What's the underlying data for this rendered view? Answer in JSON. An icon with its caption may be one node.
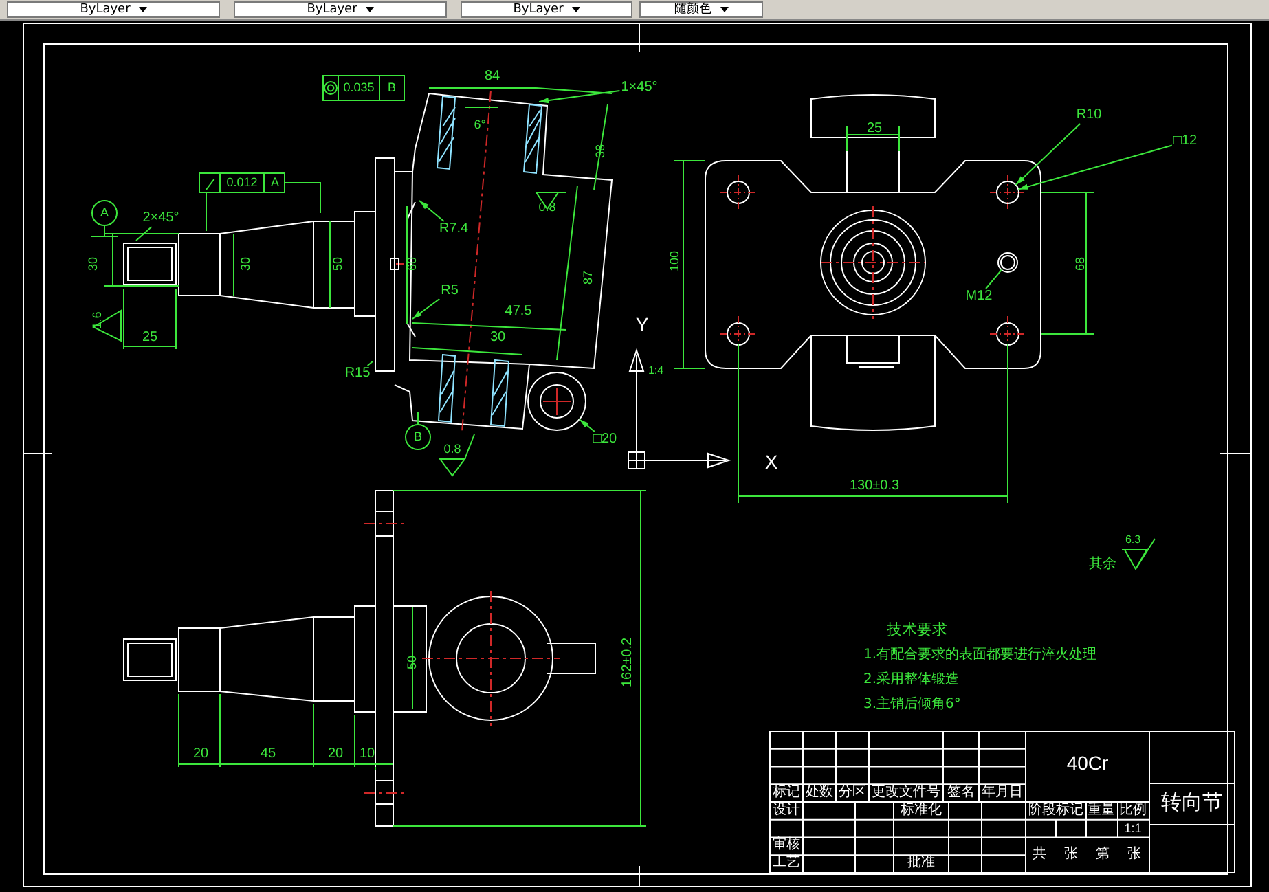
{
  "diagram": {
    "nodes": [
      {
        "text": [
          "1×45°"
        ]
      },
      {
        "text": [
          "2×45°"
        ]
      },
      {
        "text": [
          "R7.4"
        ]
      },
      {
        "text": [
          "R5"
        ]
      },
      {
        "text": [
          "R15"
        ]
      },
      {
        "text": [
          "□20"
        ]
      },
      {
        "text": [
          "R10"
        ]
      },
      {
        "text": [
          "□12"
        ]
      },
      {
        "text": [
          "M12"
        ]
      },
      {
        "text": [],
        "shape": "circle"
      },
      {
        "text": [],
        "shape": "circle"
      },
      {
        "text": [],
        "shape": "circle"
      }
    ],
    "edges": [
      {
        "from": 0,
        "to": null,
        "arrow": "to"
      },
      {
        "from": 1,
        "to": null,
        "arrow": "none"
      },
      {
        "from": 2,
        "to": null,
        "arrow": "to"
      },
      {
        "from": 3,
        "to": null,
        "arrow": "to"
      },
      {
        "from": 4,
        "to": null,
        "arrow": "none"
      },
      {
        "from": 5,
        "to": 11,
        "arrow": "to"
      },
      {
        "from": 6,
        "to": 9,
        "arrow": "to"
      },
      {
        "from": 7,
        "to": 9,
        "arrow": "to"
      },
      {
        "from": 8,
        "to": 10,
        "arrow": "none"
      }
    ],
    "labels": [
      "ByLayer",
      "ByLayer",
      "ByLayer",
      "随颜色",
      "0.035",
      "B",
      "84",
      "6°",
      "38",
      "0.012",
      "A",
      "A",
      "0.8",
      "30",
      "30",
      "50",
      "60",
      "87",
      "100",
      "47.5",
      "1.6",
      "25",
      "30",
      "Y",
      "1:4",
      "B",
      "0.8",
      "X",
      "25",
      "68",
      "130±0.3",
      "其余",
      "6.3",
      "50",
      "162±0.2",
      "20",
      "45",
      "20",
      "10",
      "技术要求",
      "1.有配合要求的表面都要进行淬火处理",
      "2.采用整体锻造",
      "3.主销后倾角6°",
      "40Cr",
      "标记",
      "处数",
      "分区",
      "更改文件号",
      "签名",
      "年月日",
      "设计",
      "标准化",
      "审核",
      "工艺",
      "批准",
      "阶段标记",
      "重量",
      "比例",
      "1:1",
      "共",
      "张",
      "第",
      "张",
      "转向节"
    ]
  }
}
